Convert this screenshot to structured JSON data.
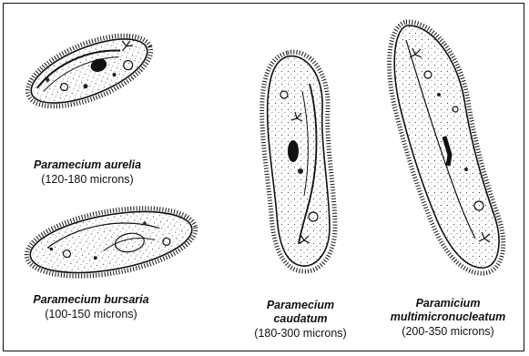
{
  "specimens": [
    {
      "name_lines": [
        "Paramecium aurelia"
      ],
      "size": "(120-180 microns)"
    },
    {
      "name_lines": [
        "Paramecium bursaria"
      ],
      "size": "(100-150 microns)"
    },
    {
      "name_lines": [
        "Paramecium",
        "caudatum"
      ],
      "size": "(180-300 microns)"
    },
    {
      "name_lines": [
        "Paramicium",
        "multimicronucleatum"
      ],
      "size": "(200-350 microns)"
    }
  ],
  "colors": {
    "ink": "#111111",
    "stipple": "#444444",
    "background": "#ffffff"
  }
}
